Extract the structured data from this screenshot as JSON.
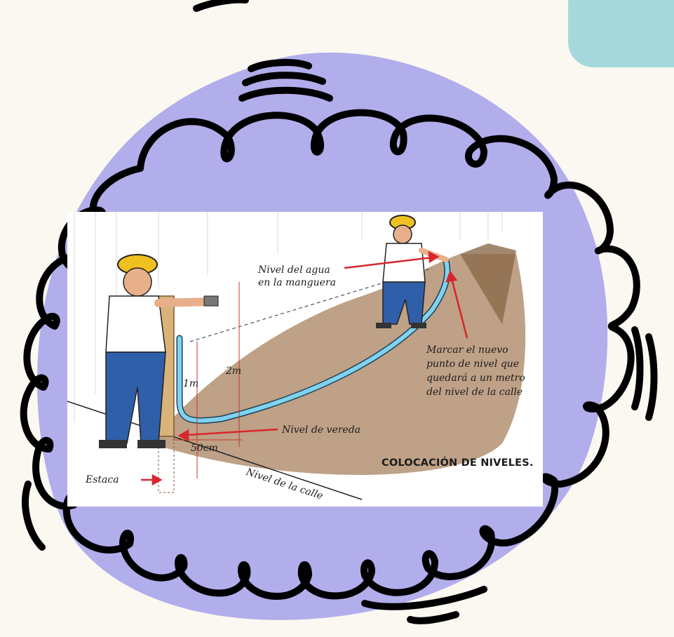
{
  "figure": {
    "caption": "COLOCACIÓN DE NIVELES.",
    "labels": {
      "water_level_line1": "Nivel del agua",
      "water_level_line2": "en la manguera",
      "mark_line1": "Marcar el nuevo",
      "mark_line2": "punto de nivel que",
      "mark_line3": "quedará a un metro",
      "mark_line4": "del nivel de la calle",
      "one_meter": "1m",
      "two_meters": "2m",
      "fifty_cm": "50cm",
      "sidewalk_level": "Nivel de vereda",
      "street_level": "Nivel de la calle",
      "stake": "Estaca"
    }
  },
  "colors": {
    "background": "#fbf8f1",
    "blob": "#b2aeec",
    "teal_accent": "#a6d9dc",
    "scribble": "#000000",
    "hose": "#7fd3ee",
    "arrow_red": "#d8262c",
    "ground": "#a8825e"
  }
}
